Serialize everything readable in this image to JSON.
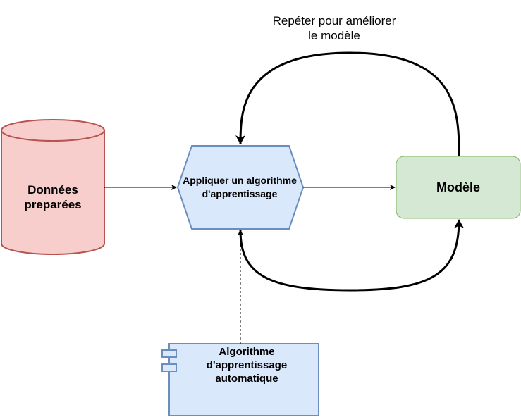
{
  "nodes": {
    "data_store": {
      "label": "Données\npreparées",
      "fill": "#f8cecc",
      "stroke": "#b85450"
    },
    "process": {
      "label": "Appliquer un algorithme\nd'apprentissage",
      "fill": "#dae8fc",
      "stroke": "#6c8ebf"
    },
    "model": {
      "label": "Modèle",
      "fill": "#d5e8d4",
      "stroke": "#82b366"
    },
    "component": {
      "label": "Algorithme\nd'apprentissage\nautomatique",
      "fill": "#dae8fc",
      "stroke": "#6c8ebf"
    }
  },
  "loop_label": "Repéter pour améliorer\nle modèle",
  "colors": {
    "edge": "#000000"
  }
}
